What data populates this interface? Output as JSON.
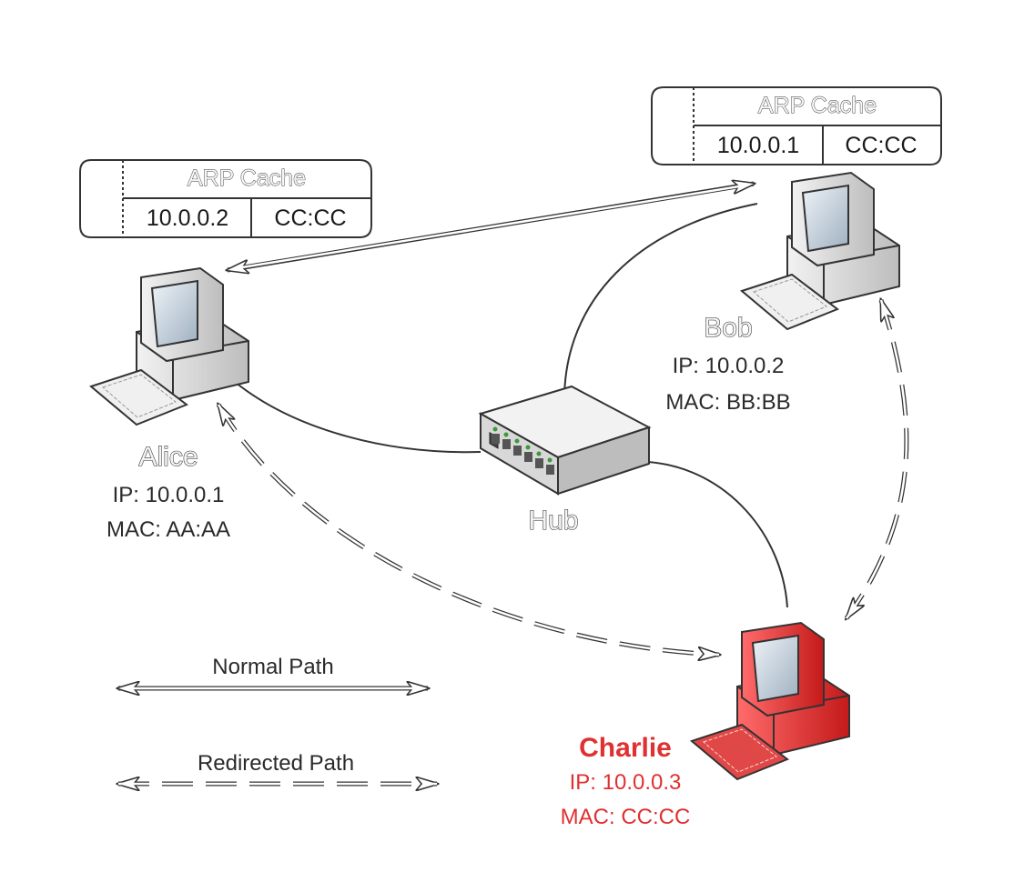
{
  "arp_cache_alice": {
    "header": "ARP Cache",
    "ip": "10.0.0.2",
    "mac": "CC:CC"
  },
  "arp_cache_bob": {
    "header": "ARP Cache",
    "ip": "10.0.0.1",
    "mac": "CC:CC"
  },
  "alice": {
    "name": "Alice",
    "ip": "IP: 10.0.0.1",
    "mac": "MAC: AA:AA"
  },
  "bob": {
    "name": "Bob",
    "ip": "IP: 10.0.0.2",
    "mac": "MAC: BB:BB"
  },
  "charlie": {
    "name": "Charlie",
    "ip": "IP: 10.0.0.3",
    "mac": "MAC: CC:CC"
  },
  "hub": {
    "name": "Hub"
  },
  "legend": {
    "normal": "Normal Path",
    "redirected": "Redirected Path"
  },
  "colors": {
    "attacker": "#e03030",
    "line": "#333333",
    "computer": "#d9d9d9",
    "attacker_computer": "#e23a3a"
  }
}
